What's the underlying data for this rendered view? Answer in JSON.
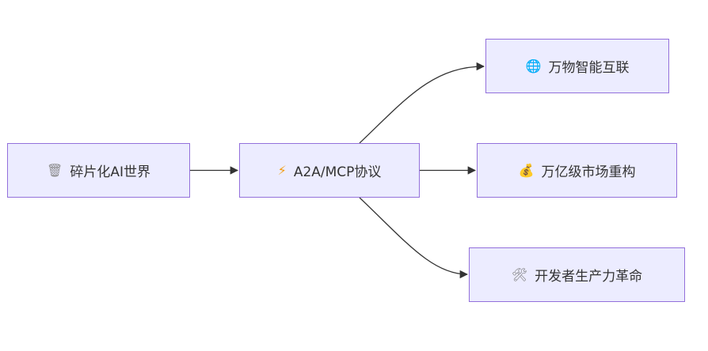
{
  "diagram": {
    "type": "flowchart",
    "colors": {
      "node_fill": "#ECECFF",
      "node_border": "#9370DB",
      "edge": "#333333",
      "text": "#333333"
    },
    "nodes": {
      "fragmented": {
        "icon": "trash-can-icon",
        "label": "碎片化AI世界"
      },
      "protocol": {
        "icon": "lightning-bolt-icon",
        "label": "A2A/MCP协议"
      },
      "iot": {
        "icon": "globe-icon",
        "label": "万物智能互联"
      },
      "market": {
        "icon": "money-bag-icon",
        "label": "万亿级市场重构"
      },
      "dev": {
        "icon": "hammer-wrench-icon",
        "label": "开发者生产力革命"
      }
    },
    "edges": [
      {
        "from": "fragmented",
        "to": "protocol"
      },
      {
        "from": "protocol",
        "to": "iot"
      },
      {
        "from": "protocol",
        "to": "market"
      },
      {
        "from": "protocol",
        "to": "dev"
      }
    ]
  }
}
